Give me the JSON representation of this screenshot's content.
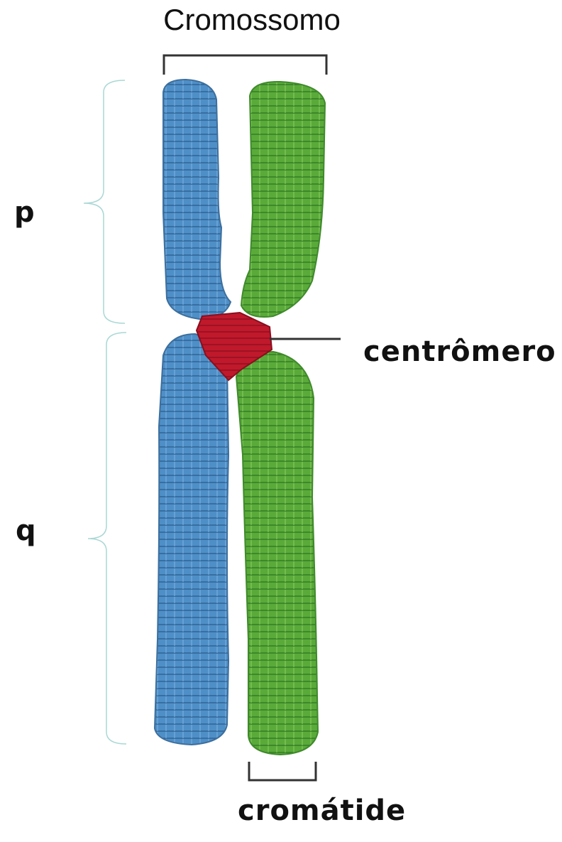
{
  "title": "Cromossomo",
  "labels": {
    "p_arm": "p",
    "q_arm": "q",
    "centromere": "centrômero",
    "chromatid": "cromátide"
  },
  "colors": {
    "chromatid_left": "#4f8fc8",
    "chromatid_right": "#5aaa3a",
    "centromere": "#c0192c",
    "bracket": "#333333",
    "arm_brace": "#a9d8d4"
  }
}
